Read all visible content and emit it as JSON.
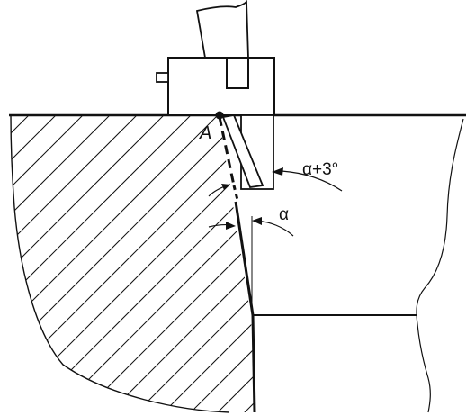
{
  "labels": {
    "point": "A",
    "angle_outer": "α+3°",
    "angle_inner": "α"
  },
  "colors": {
    "stroke": "#111111",
    "background": "#ffffff"
  }
}
